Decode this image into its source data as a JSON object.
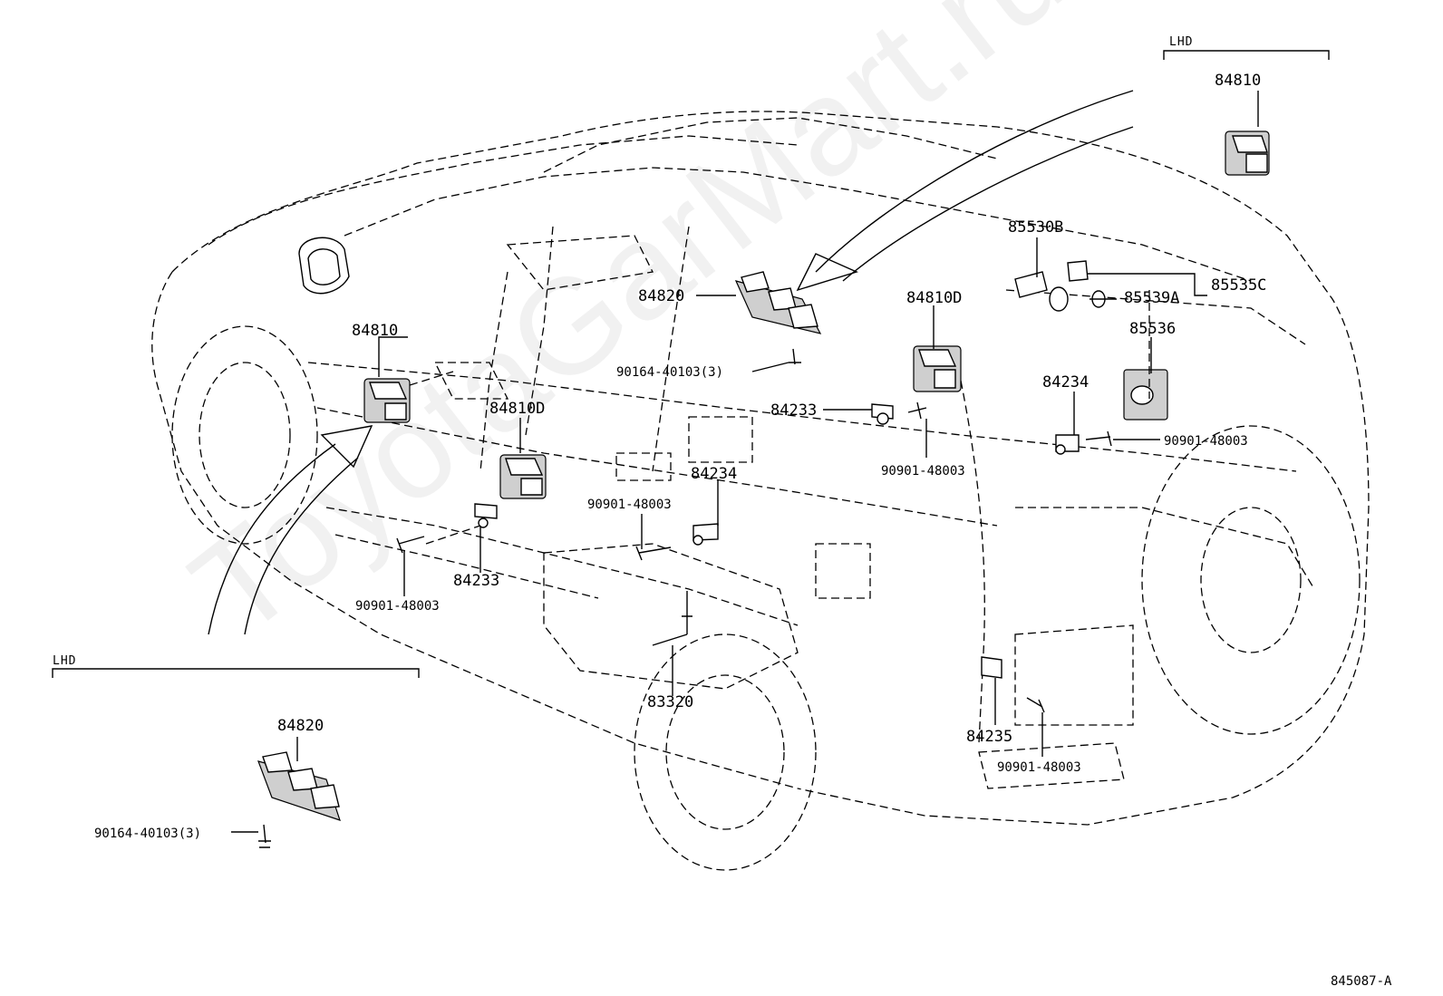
{
  "diagram": {
    "watermark": "ToyotaGarMart.ru",
    "reference_code": "845087-A",
    "inset_top": {
      "title": "LHD",
      "part": "84810"
    },
    "inset_bottom": {
      "title": "LHD",
      "part": "84820",
      "fastener": "90164-40103(3)"
    },
    "callouts": {
      "p84810_left": "84810",
      "p84810d_center": "84810D",
      "p84820_top": "84820",
      "p90164_top": "90164-40103(3)",
      "p84233_top": "84233",
      "p90901_a": "90901-48003",
      "p84810d_right": "84810D",
      "p85530b": "85530B",
      "p85535c": "85535C",
      "p85539a": "85539A",
      "p85536": "85536",
      "p84234_right": "84234",
      "p90901_b": "90901-48003",
      "p84234_center": "84234",
      "p90901_c": "90901-48003",
      "p84233_bottom": "84233",
      "p90901_d": "90901-48003",
      "p83320": "83320",
      "p84235": "84235",
      "p90901_e": "90901-48003"
    }
  }
}
